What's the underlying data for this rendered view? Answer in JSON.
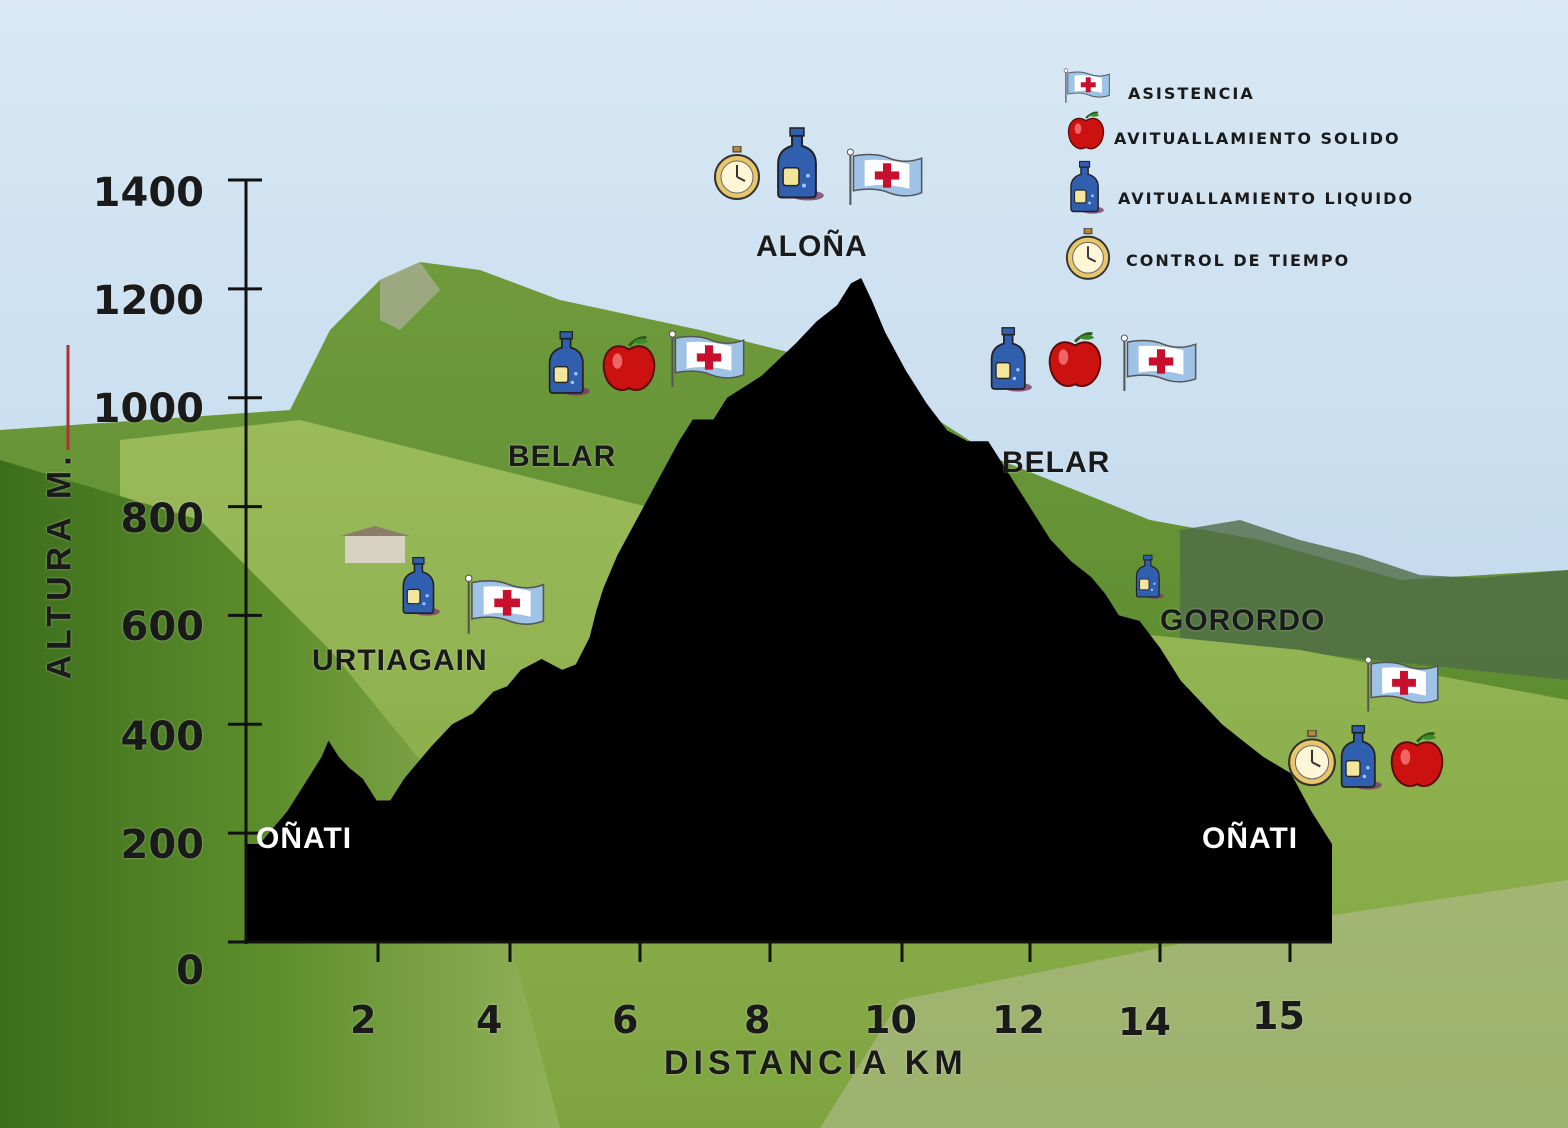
{
  "chart_data": {
    "type": "area",
    "title": "",
    "xlabel": "DISTANCIA KM",
    "ylabel": "ALTURA M.",
    "xlim": [
      0,
      15.8
    ],
    "ylim": [
      0,
      1400
    ],
    "grid": false,
    "y_ticks": [
      "1400",
      "1200",
      "1000",
      "800",
      "600",
      "400",
      "200",
      "0"
    ],
    "x_ticks": [
      "2",
      "4",
      "6",
      "8",
      "10",
      "12",
      "14",
      "15"
    ],
    "series": [
      {
        "x": [
          0,
          0.2,
          0.6,
          0.9,
          1.1,
          1.2,
          1.35,
          1.5,
          1.7,
          1.9,
          2.1,
          2.3,
          2.5,
          2.7,
          3.0,
          3.3,
          3.6,
          3.8,
          4.0,
          4.3,
          4.6,
          4.8,
          5.0,
          5.1,
          5.2,
          5.4,
          5.7,
          6.0,
          6.3,
          6.5,
          6.8,
          7.0,
          7.5,
          8.0,
          8.3,
          8.6,
          8.8,
          8.95,
          9.1,
          9.3,
          9.6,
          9.9,
          10.2,
          10.5,
          10.8,
          11.1,
          11.4,
          11.7,
          12.0,
          12.3,
          12.5,
          12.7,
          13.0,
          13.3,
          13.6,
          13.9,
          14.2,
          14.5,
          14.8,
          15.2,
          15.5,
          15.8
        ],
        "y": [
          180,
          180,
          240,
          300,
          340,
          370,
          340,
          320,
          300,
          260,
          260,
          300,
          330,
          360,
          400,
          420,
          460,
          470,
          500,
          520,
          500,
          510,
          560,
          610,
          650,
          710,
          780,
          850,
          920,
          960,
          960,
          1000,
          1040,
          1100,
          1140,
          1170,
          1210,
          1220,
          1180,
          1120,
          1050,
          990,
          940,
          920,
          920,
          860,
          800,
          740,
          700,
          670,
          640,
          600,
          590,
          540,
          480,
          440,
          400,
          370,
          340,
          310,
          240,
          180
        ]
      }
    ],
    "annotations": [
      {
        "text": "OÑATI",
        "x": 0.4,
        "y": 180,
        "icons": []
      },
      {
        "text": "URTIAGAIN",
        "x": 2.5,
        "y": 460,
        "icons": [
          "bottle-icon",
          "medical-flag-icon"
        ]
      },
      {
        "text": "BELAR",
        "x": 4.9,
        "y": 920,
        "icons": [
          "bottle-icon",
          "apple-icon",
          "medical-flag-icon"
        ]
      },
      {
        "text": "ALOÑA",
        "x": 8.9,
        "y": 1220,
        "icons": [
          "stopwatch-icon",
          "bottle-icon",
          "medical-flag-icon"
        ]
      },
      {
        "text": "BELAR",
        "x": 11.4,
        "y": 920,
        "icons": [
          "bottle-icon",
          "apple-icon",
          "medical-flag-icon"
        ]
      },
      {
        "text": "GORORDO",
        "x": 13.7,
        "y": 590,
        "icons": [
          "bottle-icon"
        ]
      },
      {
        "text": "OÑATI",
        "x": 15.2,
        "y": 180,
        "icons": [
          "medical-flag-icon",
          "stopwatch-icon",
          "bottle-icon",
          "apple-icon"
        ]
      }
    ],
    "legend": {
      "placement": "top-right",
      "entries": [
        {
          "icon": "medical-flag-icon",
          "label": "ASISTENCIA"
        },
        {
          "icon": "apple-icon",
          "label": "AVITUALLAMIENTO SOLIDO"
        },
        {
          "icon": "bottle-icon",
          "label": "AVITUALLAMIENTO LIQUIDO"
        },
        {
          "icon": "stopwatch-icon",
          "label": "CONTROL DE TIEMPO"
        }
      ]
    },
    "colors": {
      "profile_fill": "#000000",
      "medical_cross": "#c8102e",
      "flag_blue": "#9ec3e6",
      "bottle_blue": "#2f5fae",
      "apple_red": "#cc1111",
      "watch_gold": "#e8c66a"
    }
  }
}
